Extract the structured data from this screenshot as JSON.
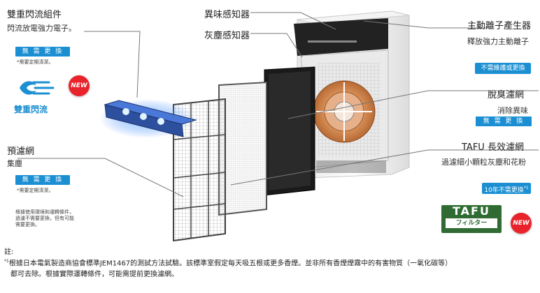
{
  "left": {
    "dual_flow": {
      "title": "雙重閃流組件",
      "desc": "閃流放電強力電子。",
      "badge": "無 需 更 換",
      "note": "*需要定期清潔。",
      "logo_text": "雙重閃流",
      "new_label": "NEW"
    },
    "prefilter": {
      "title": "預濾網",
      "desc": "集塵",
      "badge": "無 需 更 換",
      "note": "*需要定期清潔。",
      "fine_print": [
        "根據使用環境和運轉條件，",
        "過濾不需要更換，但有可能",
        "需要更換。"
      ]
    }
  },
  "top": {
    "odor_sensor": "異味感知器",
    "dust_sensor": "灰塵感知器"
  },
  "right": {
    "ion": {
      "title": "主動離子產生器",
      "desc": "釋放強力主動離子",
      "badge": "不需維護或更換"
    },
    "deodor": {
      "title": "脫臭濾網",
      "desc": "消除異味",
      "badge": "無 需 更 換"
    },
    "tafu": {
      "title": "TAFU 長效濾網",
      "desc": "過濾細小顆粒灰塵和花粉",
      "badge": "10年不需更換",
      "badge_sup": "*1",
      "logo_top": "TAFU",
      "logo_bottom": "フィルター",
      "new_label": "NEW"
    }
  },
  "footnote": {
    "head": "註:",
    "marker": "*1",
    "line1": "根據日本電氣製造商協會標準JEM1467的測試方法試驗。該標準室假定每天吸五根或更多香煙。並非所有香煙煙霧中的有害物質（一氧化碳等）",
    "line2": "都可去除。根據實際運轉條件，可能需提前更換濾網。"
  },
  "colors": {
    "accent_blue": "#1b8fd2",
    "new_red": "#e8232b",
    "tafu_green": "#2f6b32"
  }
}
